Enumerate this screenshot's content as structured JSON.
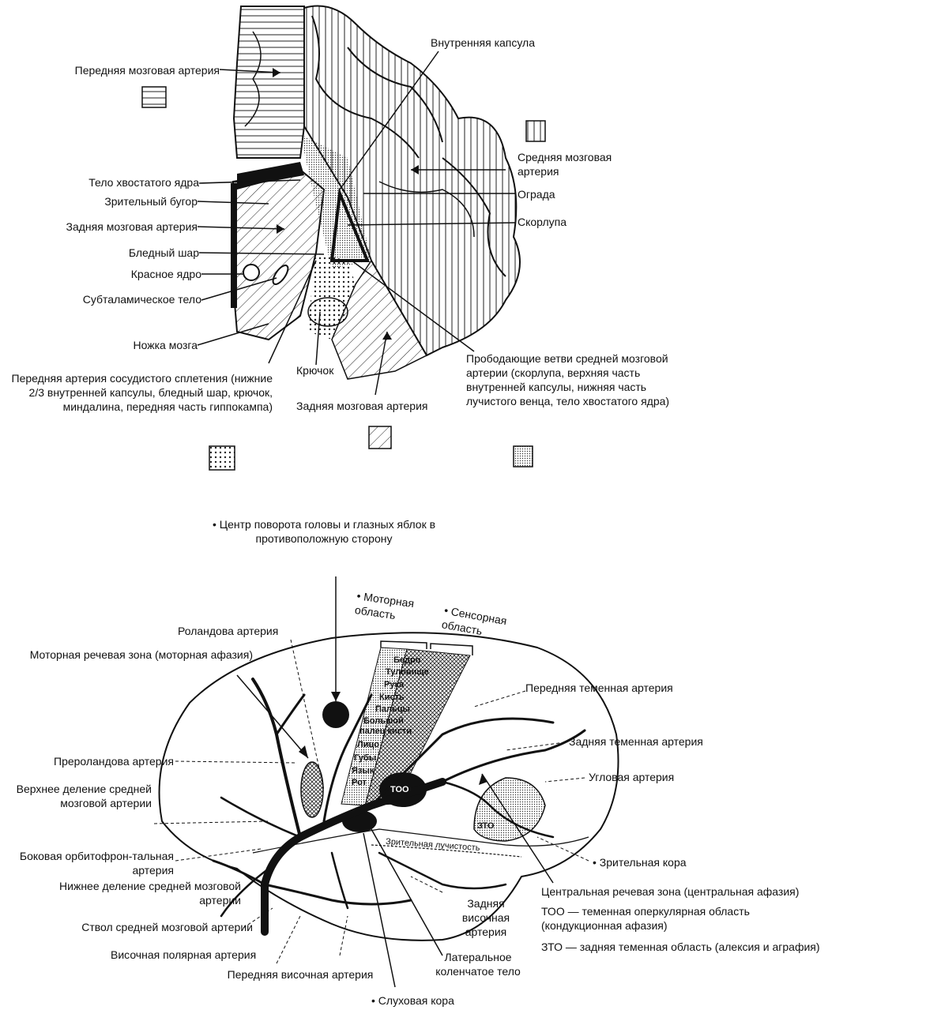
{
  "top": {
    "labels": {
      "anterior_cerebral": "Передняя мозговая артерия",
      "internal_capsule": "Внутренняя капсула",
      "middle_cerebral": "Средняя мозговая артерия",
      "caudate_body": "Тело хвостатого ядра",
      "thalamus": "Зрительный бугор",
      "claustrum": "Ограда",
      "posterior_cerebral": "Задняя мозговая артерия",
      "putamen": "Скорлупа",
      "globus_pallidus": "Бледный шар",
      "red_nucleus": "Красное ядро",
      "subthalamic": "Субталамическое тело",
      "cerebral_peduncle": "Ножка мозга",
      "choroidal": "Передняя артерия сосудистого сплетения (нижние 2/3 внутренней капсулы, бледный шар, крючок, миндалина, передняя часть гиппокампа)",
      "uncus": "Крючок",
      "posterior_cerebral_2": "Задняя мозговая артерия",
      "perforating": "Прободающие ветви средней мозговой артерии (скорлупа, верхняя часть внутренней капсулы, нижняя часть лучистого венца, тело хвостатого ядра)"
    }
  },
  "bottom": {
    "labels": {
      "head_turn": "• Центр поворота головы и глазных яблок в противоположную сторону",
      "motor_area": "• Моторная область",
      "sensory_area": "• Сенсорная область",
      "rolandic": "Роландова артерия",
      "motor_speech": "Моторная речевая зона (моторная афазия)",
      "ant_parietal": "Передняя теменная артерия",
      "post_parietal": "Задняя теменная артерия",
      "prerolandic": "Преролaндова артерия",
      "angular": "Угловая артерия",
      "upper_division": "Верхнее деление средней мозговой артерии",
      "lateral_orbitofrontal": "Боковая орбитофрон-тальная артерия",
      "visual_cortex": "• Зрительная кора",
      "lower_division": "Нижнее деление средней мозговой артерии",
      "central_speech": "Центральная речевая зона (центральная афазия)",
      "too_def": "ТОО — теменная оперкулярная область (кондукционная афазия)",
      "zto_def": "ЗТО — задняя теменная область (алексия и аграфия)",
      "stem": "Ствол средней мозговой артерии",
      "post_temporal": "Задняя височная артерия",
      "temporal_polar": "Височная полярная артерия",
      "lateral_geniculate": "Латеральное коленчатое тело",
      "ant_temporal": "Передняя височная артерия",
      "auditory": "• Слуховая кора"
    },
    "somatotopy": [
      "Бедро",
      "Туловище",
      "Рука",
      "Кисть",
      "Пальцы",
      "Большой",
      "палец кисти",
      "Лицо",
      "Губы",
      "Язык",
      "Рот"
    ],
    "region_tags": {
      "too": "ТОО",
      "zto": "ЗТО",
      "optic_radiation": "Зрительная лучистость"
    }
  }
}
